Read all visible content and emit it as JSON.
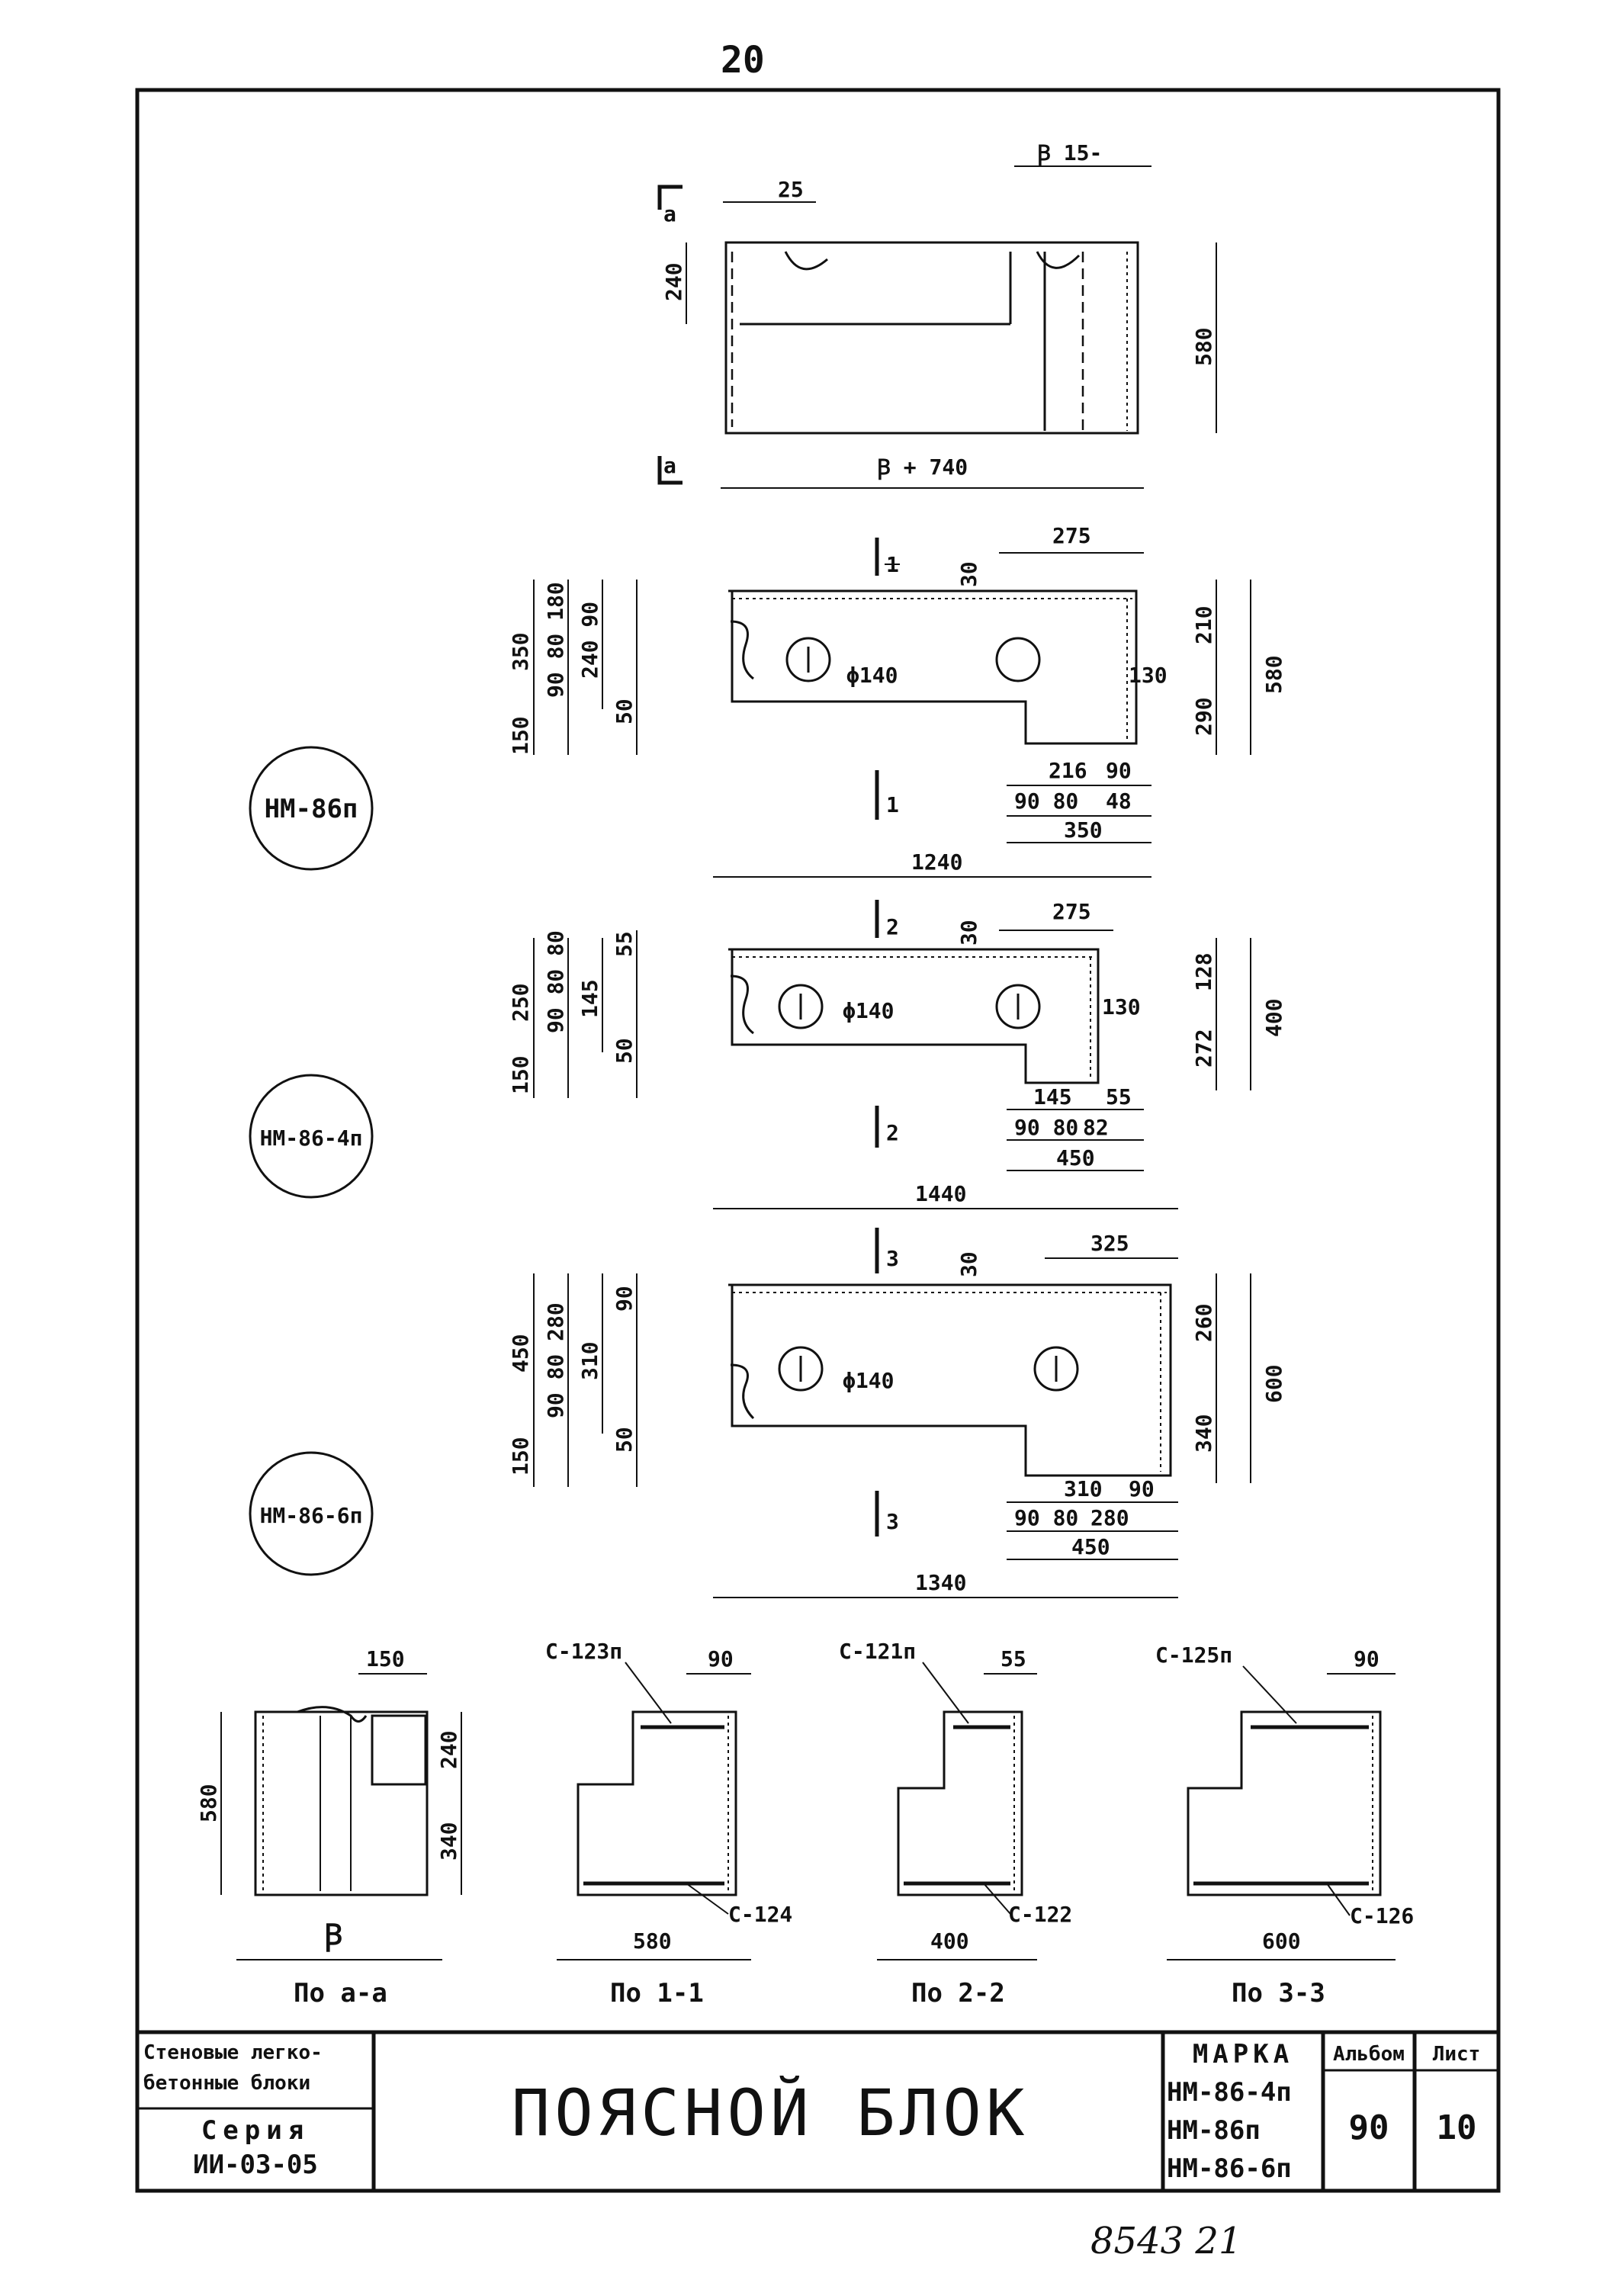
{
  "page_number": "20",
  "views": {
    "elevation": {
      "dim_top": "25",
      "dim_right_top": "Ꞵ 15-",
      "dim_left": "240",
      "dim_right": "580",
      "dim_bottom": "Ꞵ + 740",
      "section_mark": "a"
    },
    "blocks": [
      {
        "label": "НМ-86п",
        "section": "1",
        "dim_top": "275",
        "dim_thickness": "30",
        "dim_left_a": "350",
        "dim_left_b": "150",
        "dim_left_c": "90 80 180",
        "dim_left_d": "240 90",
        "dim_left_e": "50",
        "hole": "ϕ140",
        "dim_right_inner": "130",
        "dim_right_a": "290",
        "dim_right_b": "210",
        "dim_right_total": "580",
        "dim_bottom_a": "216",
        "dim_bottom_b": "90",
        "dim_bottom_c": "90 80",
        "dim_bottom_d": "48",
        "dim_bottom_e": "350",
        "dim_total": "1240"
      },
      {
        "label": "НМ-86-4п",
        "section": "2",
        "dim_top": "275",
        "dim_thickness": "30",
        "dim_left_a": "250",
        "dim_left_b": "150",
        "dim_left_c": "90 80 80",
        "dim_left_d": "145",
        "dim_left_top": "55",
        "dim_left_e": "50",
        "hole": "ϕ140",
        "dim_right_inner": "130",
        "dim_right_a": "272",
        "dim_right_b": "128",
        "dim_right_total": "400",
        "dim_bottom_a": "145",
        "dim_bottom_b": "55",
        "dim_bottom_c": "90 80",
        "dim_bottom_d": "82",
        "dim_bottom_e": "450",
        "dim_total": "1440"
      },
      {
        "label": "НМ-86-6п",
        "section": "3",
        "dim_top": "325",
        "dim_thickness": "30",
        "dim_left_a": "450",
        "dim_left_b": "150",
        "dim_left_c": "90 80 280",
        "dim_left_d": "310",
        "dim_left_top": "90",
        "dim_left_e": "50",
        "hole": "ϕ140",
        "dim_right_a": "340",
        "dim_right_b": "260",
        "dim_right_total": "600",
        "dim_bottom_a": "310",
        "dim_bottom_b": "90",
        "dim_bottom_c": "90 80",
        "dim_bottom_d": "280",
        "dim_bottom_e": "450",
        "dim_total": "1340"
      }
    ],
    "sections": [
      {
        "caption": "По а-а",
        "dim_top": "150",
        "dim_left": "580",
        "dim_right_a": "240",
        "dim_right_b": "340",
        "dim_bottom": "Ꞵ"
      },
      {
        "caption": "По 1-1",
        "mesh_top": "С-123п",
        "mesh_bottom": "С-124",
        "dim_top": "90",
        "dim_bottom": "580"
      },
      {
        "caption": "По 2-2",
        "mesh_top": "С-121п",
        "mesh_bottom": "С-122",
        "dim_top": "55",
        "dim_bottom": "400"
      },
      {
        "caption": "По 3-3",
        "mesh_top": "С-125п",
        "mesh_bottom": "С-126",
        "dim_top": "90",
        "dim_bottom": "600"
      }
    ]
  },
  "title_block": {
    "category_line1": "Стеновые легко-",
    "category_line2": "бетонные блоки",
    "series_label": "Серия",
    "series_value": "ИИ-03-05",
    "title": "ПОЯСНОЙ БЛОК",
    "mark_header": "МАРКА",
    "marks": [
      "НМ-86-4п",
      "НМ-86п",
      "НМ-86-6п"
    ],
    "album_header": "Альбом",
    "album_value": "90",
    "sheet_header": "Лист",
    "sheet_value": "10"
  },
  "handwritten_note": "8543 21"
}
